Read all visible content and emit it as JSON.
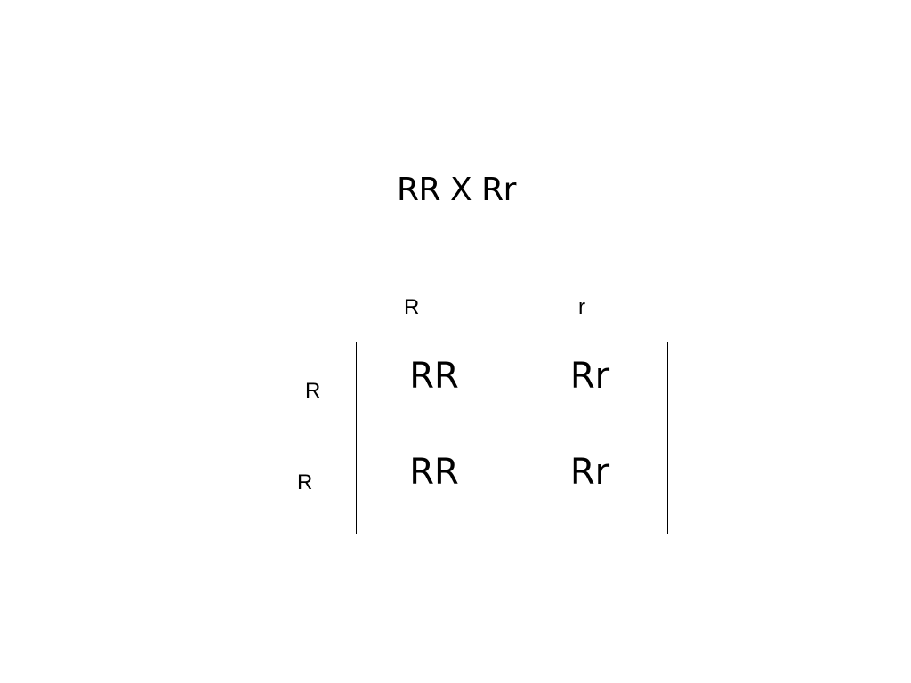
{
  "title": "RR X Rr",
  "punnett": {
    "column_alleles": [
      "R",
      "r"
    ],
    "row_alleles": [
      "R",
      "R"
    ],
    "cells": [
      [
        "RR",
        "Rr"
      ],
      [
        "RR",
        "Rr"
      ]
    ]
  },
  "colors": {
    "background": "#ffffff",
    "text": "#000000",
    "grid_lines": "#000000"
  }
}
